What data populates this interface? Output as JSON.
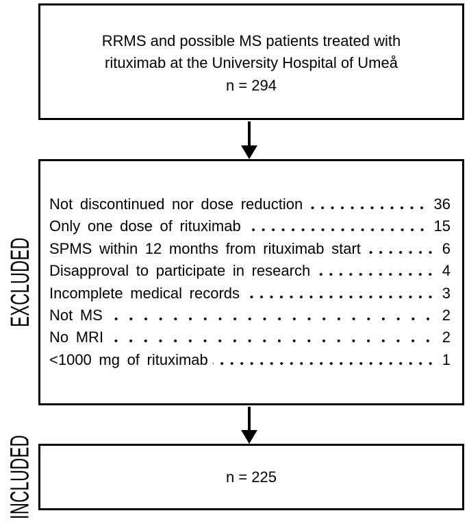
{
  "flow": {
    "top_box": {
      "title_line1": "RRMS and possible MS patients treated with",
      "title_line2": "rituximab at the University Hospital of Umeå",
      "n": "n = 294"
    },
    "excluded": {
      "side_label": "EXCLUDED",
      "items": [
        {
          "label": "Not discontinued nor dose reduction",
          "value": "36"
        },
        {
          "label": "Only one dose of rituximab",
          "value": "15"
        },
        {
          "label": "SPMS within 12 months from rituximab start",
          "value": "6"
        },
        {
          "label": "Disapproval to participate in research",
          "value": "4"
        },
        {
          "label": "Incomplete medical records",
          "value": "3"
        },
        {
          "label": "Not MS",
          "value": "2"
        },
        {
          "label": "No MRI",
          "value": "2"
        },
        {
          "label": "<1000 mg of rituximab",
          "value": "1"
        }
      ]
    },
    "included": {
      "side_label": "INCLUDED",
      "n": "n = 225"
    },
    "colors": {
      "line": "#000000",
      "background": "#ffffff",
      "text": "#000000"
    }
  }
}
